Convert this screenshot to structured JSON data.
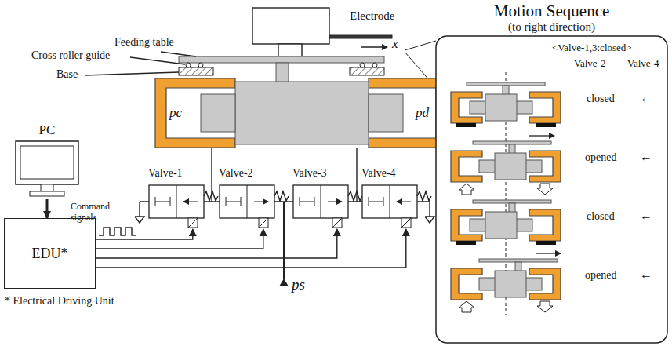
{
  "diagram": {
    "nodes": [
      {
        "text": [
          "PC"
        ]
      },
      {
        "text": [
          "EDU*"
        ]
      },
      {
        "text": [
          "Valve-1"
        ]
      },
      {
        "text": [
          "Valve-2"
        ]
      },
      {
        "text": [
          "Valve-3"
        ]
      },
      {
        "text": [
          "Valve-4"
        ]
      },
      {
        "text": [
          "Motion Sequence",
          "(to right direction)"
        ]
      }
    ],
    "edges": [
      {
        "from": 0,
        "to": 1,
        "arrow": "to"
      },
      {
        "from": 1,
        "to": 2,
        "arrow": "to"
      },
      {
        "from": 1,
        "to": 3,
        "arrow": "to"
      },
      {
        "from": 1,
        "to": 4,
        "arrow": "to"
      },
      {
        "from": 1,
        "to": 5,
        "arrow": "to"
      }
    ],
    "labels": [
      "Electrode",
      "Feeding table",
      "Cross roller guide",
      "Base",
      "x",
      "pc",
      "pd",
      "ps",
      "Command signals",
      "* Electrical Driving Unit",
      "<Valve-1,3:closed>",
      "Valve-2",
      "Valve-4",
      "closed",
      "opened",
      "closed",
      "opened",
      "←",
      "←",
      "←",
      "←"
    ]
  }
}
